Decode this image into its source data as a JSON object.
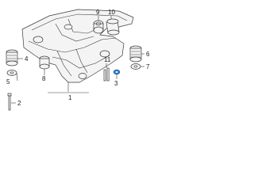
{
  "diagram": {
    "callouts": [
      {
        "id": "1",
        "label": "1"
      },
      {
        "id": "2",
        "label": "2"
      },
      {
        "id": "3",
        "label": "3"
      },
      {
        "id": "4",
        "label": "4"
      },
      {
        "id": "5",
        "label": "5"
      },
      {
        "id": "6",
        "label": "6"
      },
      {
        "id": "7",
        "label": "7"
      },
      {
        "id": "8",
        "label": "8"
      },
      {
        "id": "9",
        "label": "9"
      },
      {
        "id": "10",
        "label": "10"
      },
      {
        "id": "11",
        "label": "11"
      }
    ],
    "highlight_color": "#2b78c8",
    "line_color": "#3a3a3a"
  }
}
